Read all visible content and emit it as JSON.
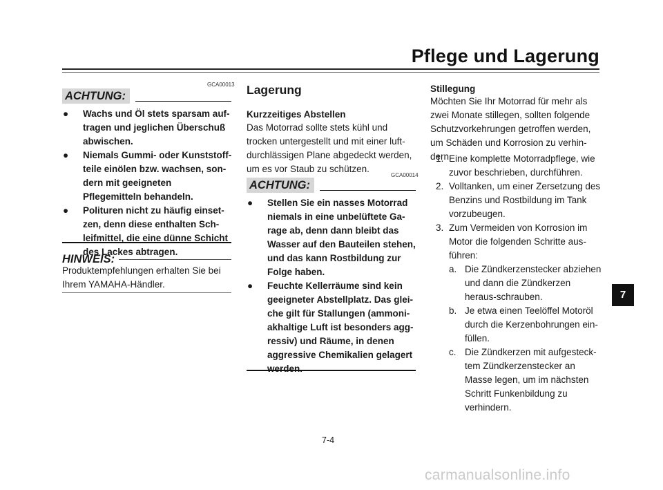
{
  "header": {
    "title": "Pflege und Lagerung"
  },
  "left_column": {
    "warning": {
      "code": "GCA00013",
      "label": "ACHTUNG:",
      "items": [
        "Wachs und Öl stets sparsam auf-tragen und jeglichen Überschuß abwischen.",
        "Niemals Gummi- oder Kunststoff-teile einölen bzw. wachsen, son-dern mit geeigneten Pflegemitteln behandeln.",
        "Polituren nicht zu häufig einset-zen, denn diese enthalten Sch-leifmittel, die eine dünne Schicht des Lackes abtragen."
      ]
    },
    "note": {
      "label": "HINWEIS:",
      "text": "Produktempfehlungen erhalten Sie bei Ihrem YAMAHA-Händler."
    }
  },
  "middle_column": {
    "heading": "Lagerung",
    "subheading": "Kurzzeitiges Abstellen",
    "paragraph": "Das Motorrad sollte stets kühl und trocken untergestellt und mit einer luft-durchlässigen Plane abgedeckt werden, um es vor Staub zu schützen.",
    "warning": {
      "code": "GCA00014",
      "label": "ACHTUNG:",
      "items": [
        "Stellen Sie ein nasses Motorrad niemals in eine unbelüftete Ga-rage ab, denn dann bleibt das Wasser auf den Bauteilen stehen, und das kann Rostbildung zur Folge haben.",
        "Feuchte Kellerräume sind kein geeigneter Abstellplatz. Das glei-che gilt für Stallungen (ammoni-akhaltige Luft ist besonders agg-ressiv) und Räume, in denen aggressive Chemikalien gelagert werden."
      ]
    }
  },
  "right_column": {
    "heading": "Stillegung",
    "intro": "Möchten Sie Ihr Motorrad für mehr als zwei Monate stillegen, sollten folgende Schutzvorkehrungen getroffen werden, um Schäden und Korrosion zu verhin-dern.",
    "steps": [
      {
        "num": "1.",
        "text": "Eine komplette Motorradpflege, wie zuvor beschrieben, durchführen."
      },
      {
        "num": "2.",
        "text": "Volltanken, um einer Zersetzung des Benzins und Rostbildung im Tank vorzubeugen."
      },
      {
        "num": "3.",
        "text": "Zum Vermeiden von Korrosion im Motor die folgenden Schritte aus-führen:"
      }
    ],
    "substeps": [
      {
        "letter": "a.",
        "text": "Die Zündkerzenstecker abziehen und dann die Zündkerzen heraus-schrauben."
      },
      {
        "letter": "b.",
        "text": "Je etwa einen Teelöffel Motoröl durch die Kerzenbohrungen ein-füllen."
      },
      {
        "letter": "c.",
        "text": "Die Zündkerzen mit aufgesteck-tem Zündkerzenstecker an Masse legen, um im nächsten Schritt Funkenbildung zu verhindern."
      }
    ]
  },
  "footer": {
    "chapter_tab": "7",
    "page_number": "7-4",
    "watermark": "carmanualsonline.info"
  },
  "bullet_char": "●"
}
